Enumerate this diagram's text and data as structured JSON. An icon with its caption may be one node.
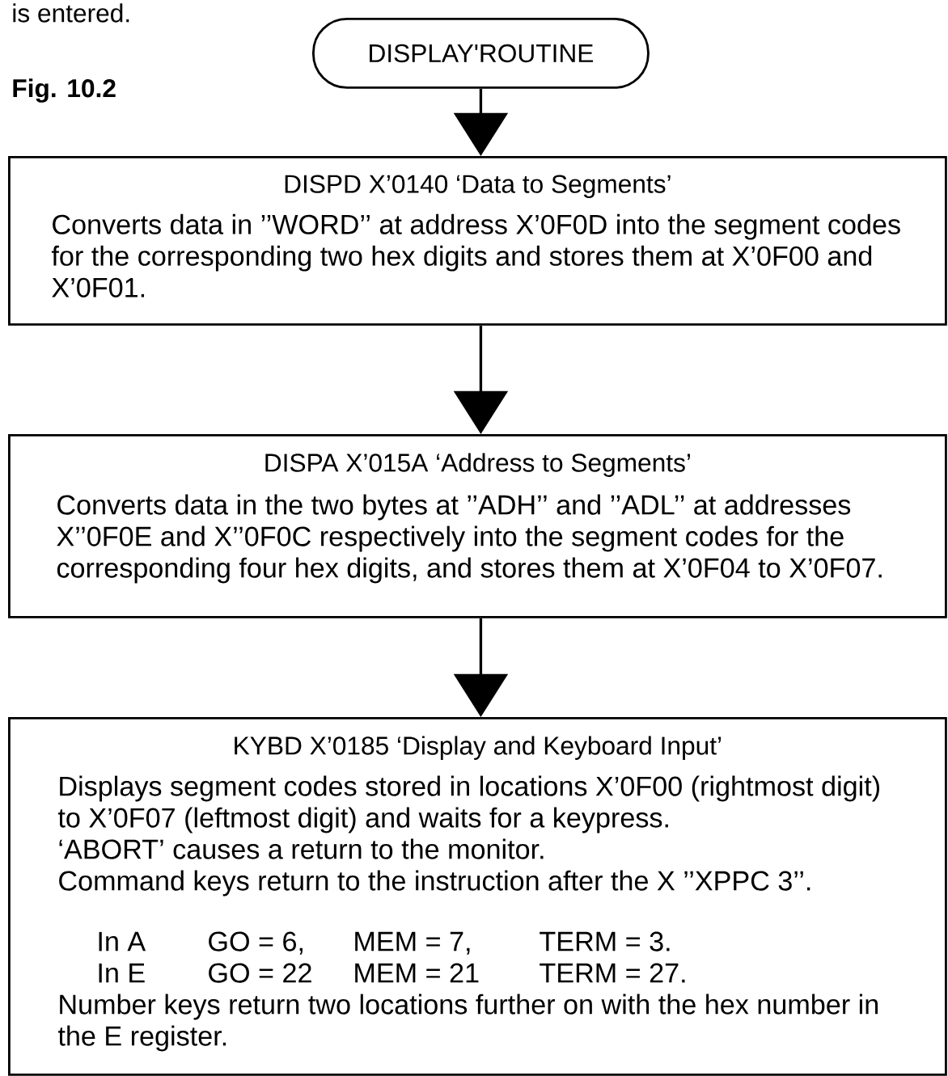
{
  "diagram": {
    "nodes": [
      {
        "text": [
          "DISPLAY'ROUTINE"
        ]
      },
      {
        "text": [
          "DISPD X’0140 ‘Data to Segments’",
          "Converts data in ’’WORD’’ at address X’0F0D into the segment codes for the corresponding two hex digits and stores them at X’0F00 and X’0F01."
        ]
      },
      {
        "text": [
          "DISPA X’015A ‘Address to Segments’",
          "Converts data in the two bytes at ’’ADH’’ and ’’ADL’’ at addresses X’’0F0E and X’’0F0C respectively into the segment codes for the corresponding four hex digits, and stores them at X’0F04 to X’0F07."
        ]
      },
      {
        "text": [
          "KYBD X’0185 ‘Display and Keyboard Input’",
          "Displays segment codes stored in locations X’0F00 (rightmost digit) to X’0F07 (leftmost digit) and waits for a keypress.",
          "‘ABORT’ causes a return to the monitor.",
          "Command keys return to the instruction after the X ’’XPPC 3’’.",
          "In A",
          "GO = 6,",
          "MEM = 7,",
          "TERM = 3.",
          "In E",
          "GO = 22",
          "MEM = 21",
          "TERM = 27.",
          "Number keys return two locations further on with the hex number in the E register."
        ]
      }
    ],
    "edges": [
      {
        "from": 0,
        "to": 1,
        "arrow": "to"
      },
      {
        "from": 1,
        "to": 2,
        "arrow": "to"
      },
      {
        "from": 2,
        "to": 3,
        "arrow": "to"
      }
    ],
    "labels": [
      "is entered.",
      "Fig. 10.2"
    ]
  }
}
